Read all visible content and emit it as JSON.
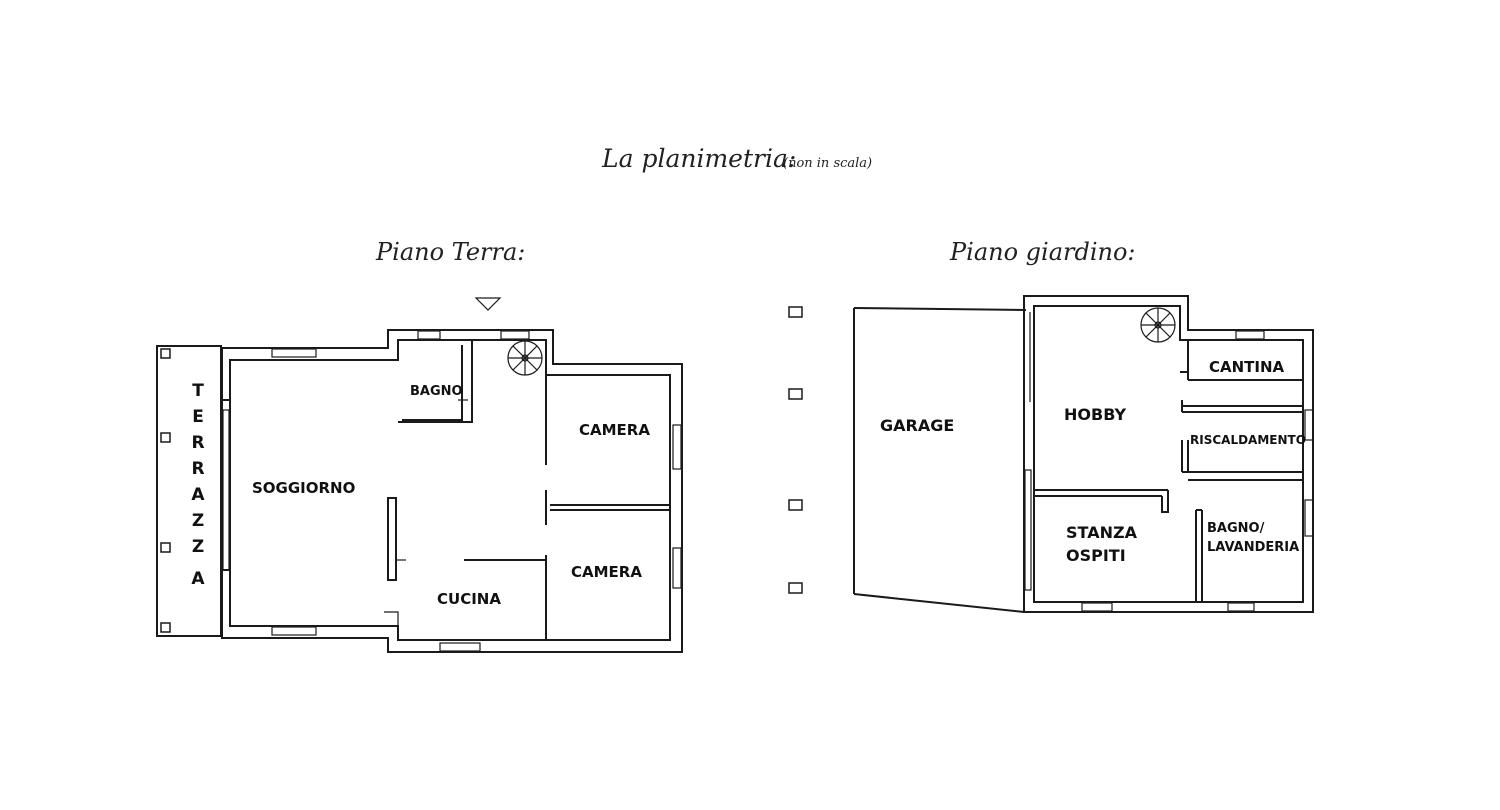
{
  "heading": {
    "title": "La planimetria:",
    "note": "(non in scala)"
  },
  "ground_floor": {
    "title": "Piano Terra:",
    "rooms": {
      "terrazza": "TERRAZZA",
      "soggiorno": "SOGGIORNO",
      "bagno": "BAGNO",
      "camera_1": "CAMERA",
      "camera_2": "CAMERA",
      "cucina": "CUCINA"
    }
  },
  "garden_floor": {
    "title": "Piano giardino:",
    "rooms": {
      "garage": "GARAGE",
      "hobby": "HOBBY",
      "cantina": "CANTINA",
      "riscaldamento": "RISCALDAMENTO",
      "stanza_line1": "STANZA",
      "stanza_line2": "OSPITI",
      "bagno_line1": "BAGNO/",
      "bagno_line2": "LAVANDERIA"
    }
  }
}
